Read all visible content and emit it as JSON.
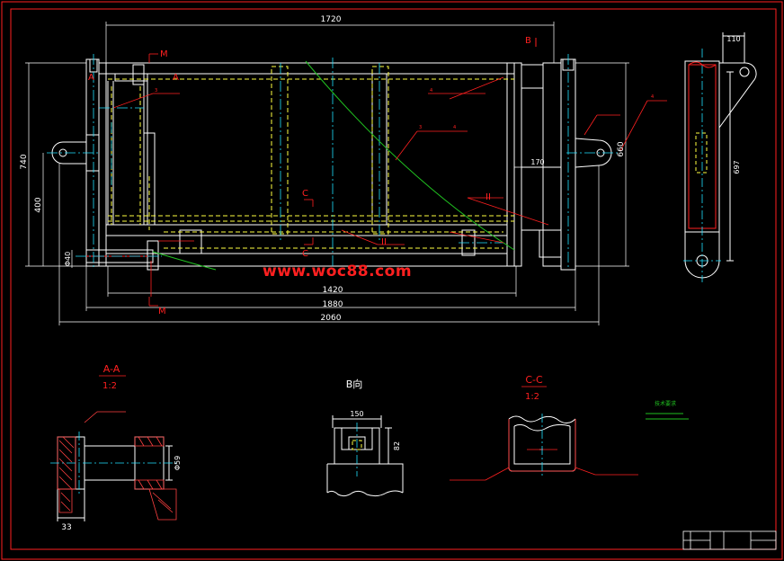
{
  "drawing": {
    "watermark": "www.woc88.com",
    "dimensions": {
      "top_width": "1720",
      "width_1420": "1420",
      "width_1880": "1880",
      "width_2060": "2060",
      "height_740": "740",
      "height_400": "400",
      "height_660": "660",
      "side_110": "110",
      "side_697": "697",
      "dim_170": "170",
      "dim_phi40": "Φ40",
      "dim_150": "150",
      "dim_82": "82",
      "dim_33": "33",
      "dim_phi59": "Φ59"
    },
    "section_marks": {
      "a_left": "A",
      "a_right": "A",
      "m_top": "M",
      "m_bottom": "M",
      "b_arrow": "B",
      "c_top": "C",
      "c_bottom": "C",
      "ii_right": "II",
      "ii_bottom": "II"
    },
    "views": {
      "aa_title": "A-A",
      "aa_scale": "1:2",
      "b_title": "B向",
      "cc_title": "C-C",
      "cc_scale": "1:2",
      "notes_title": "技术要求"
    },
    "colors": {
      "frame": "#ff2020",
      "outline": "#ffffff",
      "hidden": "#ffff40",
      "dimension": "#ffffff",
      "center": "#20e0ff",
      "curve": "#20c020",
      "weld": "#ff2020",
      "hatch": "#ff4040"
    }
  }
}
